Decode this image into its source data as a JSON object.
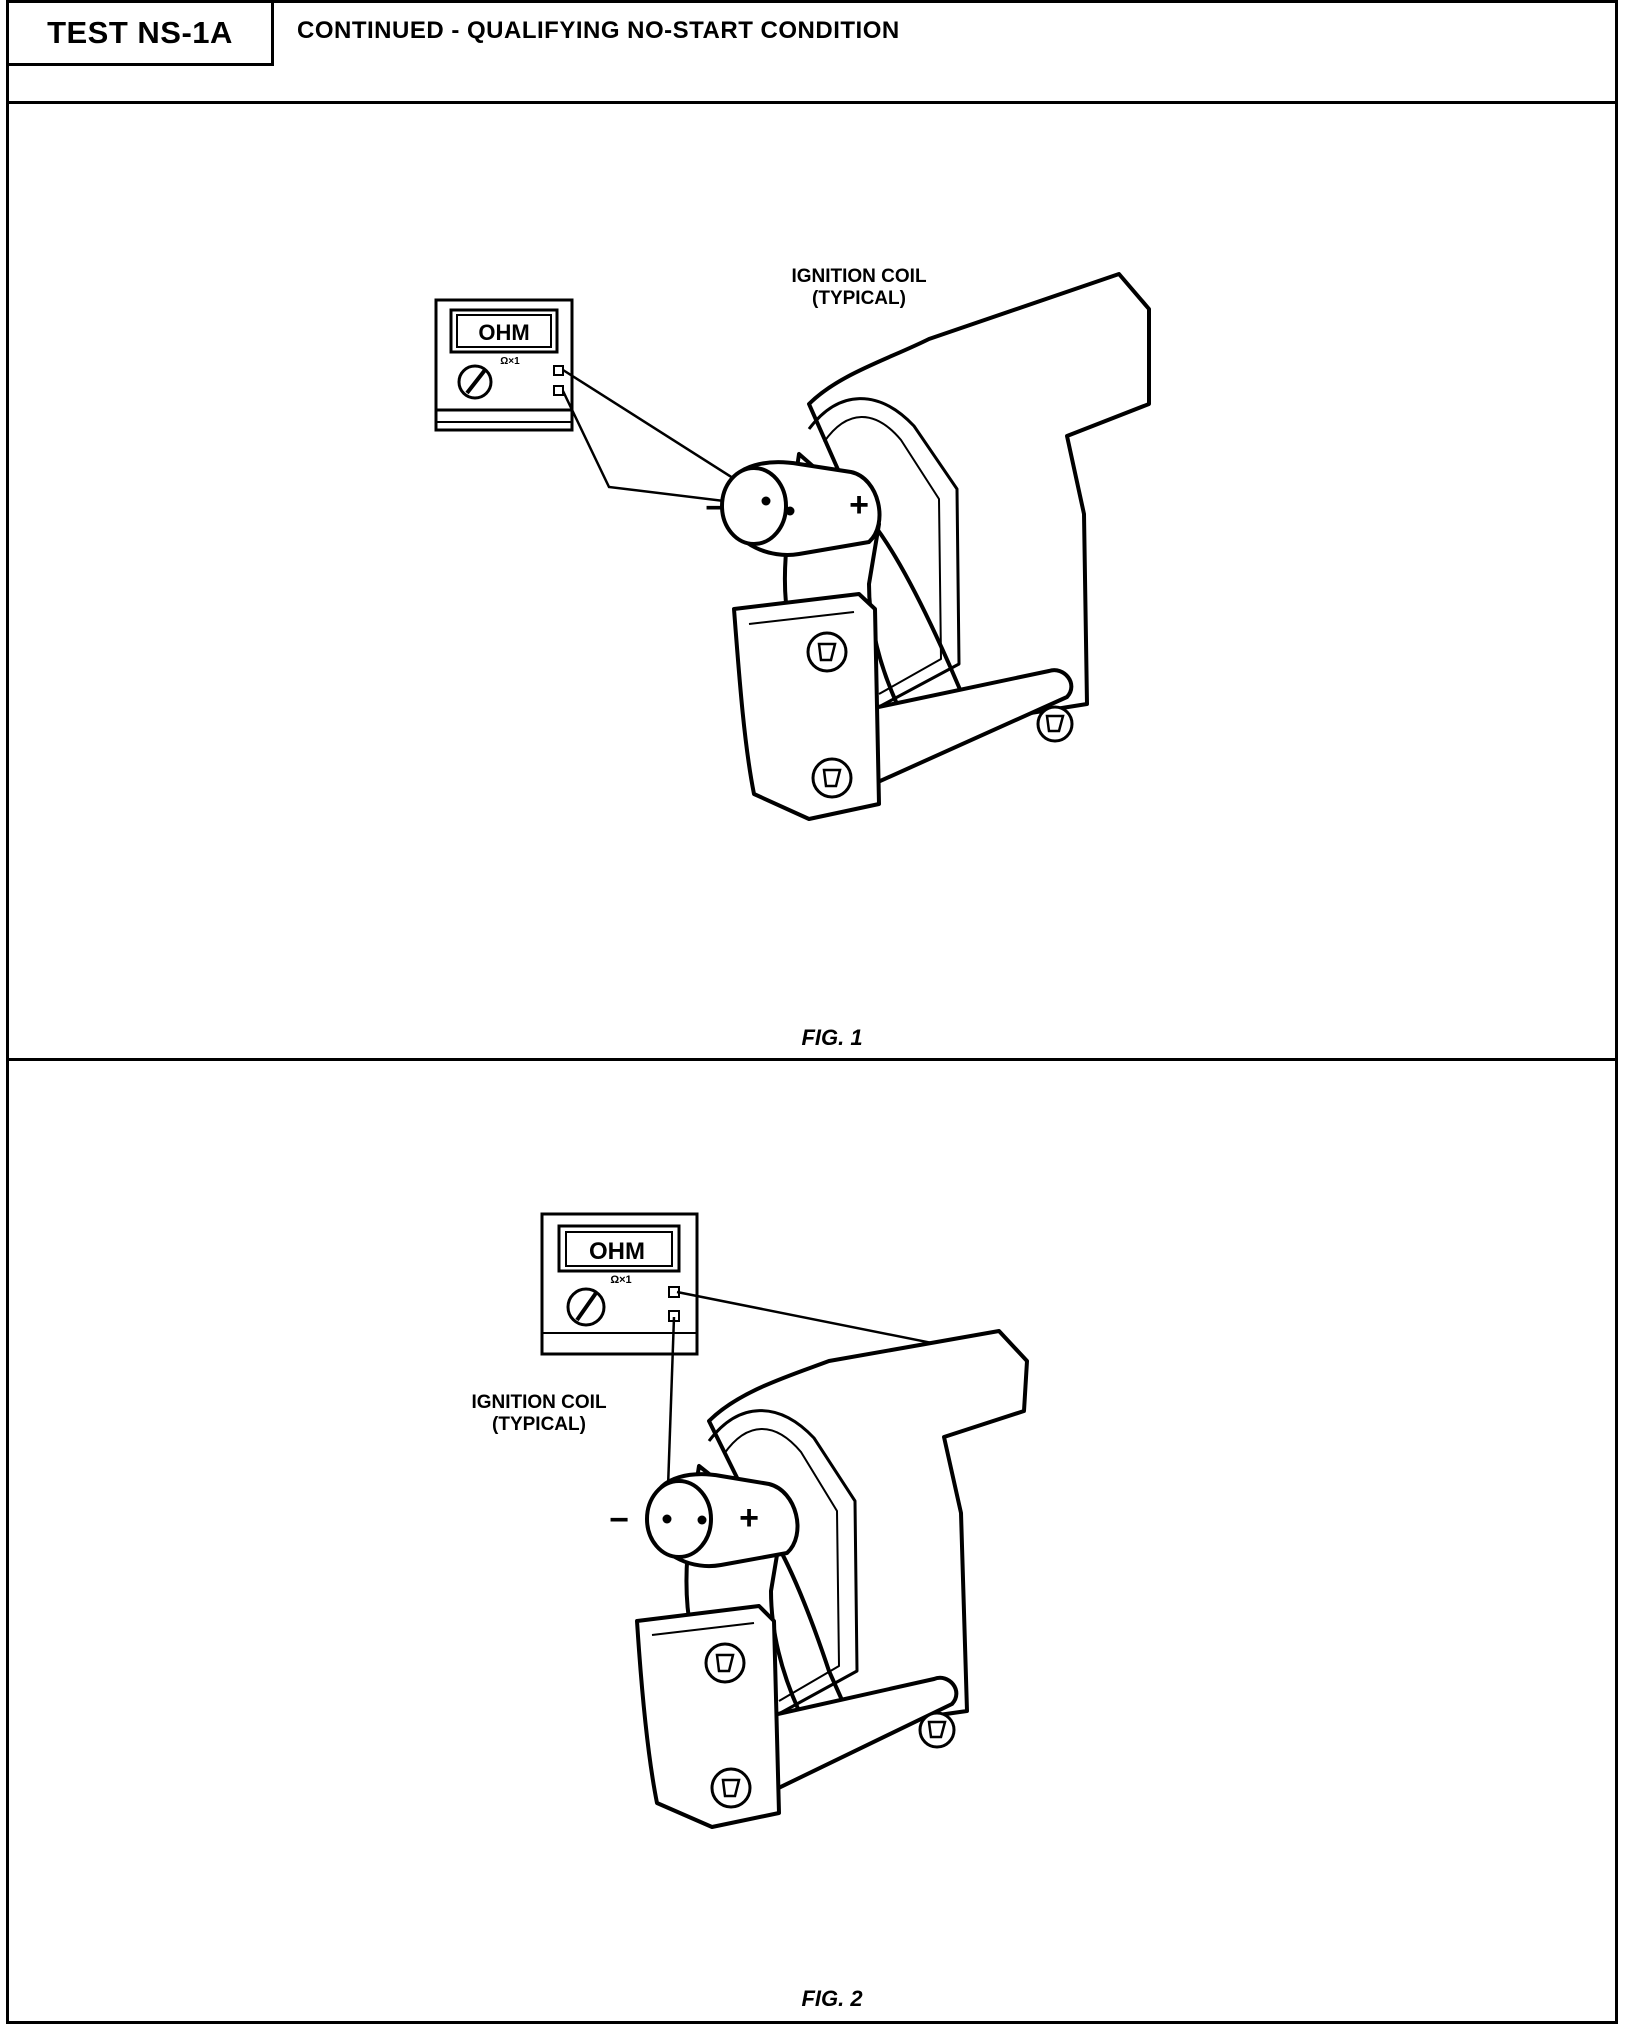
{
  "header": {
    "test_id": "TEST NS-1A",
    "title": "CONTINUED - QUALIFYING NO-START CONDITION"
  },
  "figures": [
    {
      "caption": "FIG. 1",
      "coil_label_line1": "IGNITION COIL",
      "coil_label_line2": "(TYPICAL)",
      "meter_display": "OHM",
      "meter_range": "Ω×1",
      "negative_symbol": "−",
      "positive_symbol": "+"
    },
    {
      "caption": "FIG. 2",
      "coil_label_line1": "IGNITION COIL",
      "coil_label_line2": "(TYPICAL)",
      "meter_display": "OHM",
      "meter_range": "Ω×1",
      "negative_symbol": "−",
      "positive_symbol": "+"
    }
  ]
}
